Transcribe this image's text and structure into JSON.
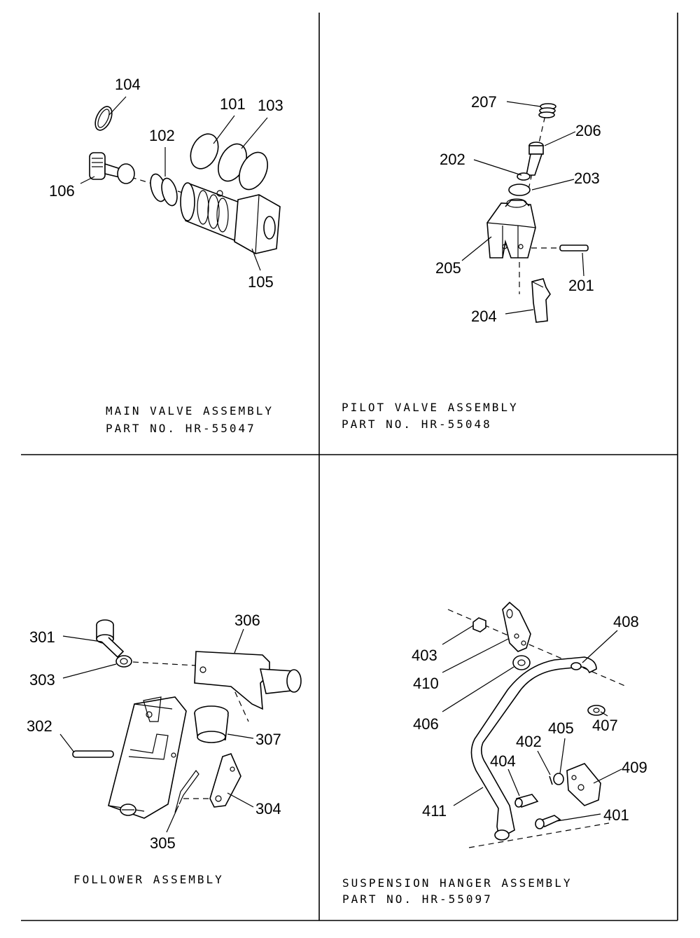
{
  "quadrants": {
    "main_valve": {
      "caption_line1": "MAIN VALVE ASSEMBLY",
      "caption_line2": "PART NO. HR-55047",
      "callouts": {
        "c101": "101",
        "c102": "102",
        "c103": "103",
        "c104": "104",
        "c105": "105",
        "c106": "106"
      }
    },
    "pilot_valve": {
      "caption_line1": "PILOT VALVE ASSEMBLY",
      "caption_line2": "PART NO. HR-55048",
      "callouts": {
        "c201": "201",
        "c202": "202",
        "c203": "203",
        "c204": "204",
        "c205": "205",
        "c206": "206",
        "c207": "207"
      }
    },
    "follower": {
      "caption_line1": "FOLLOWER ASSEMBLY",
      "callouts": {
        "c301": "301",
        "c302": "302",
        "c303": "303",
        "c304": "304",
        "c305": "305",
        "c306": "306",
        "c307": "307"
      }
    },
    "suspension_hanger": {
      "caption_line1": "SUSPENSION HANGER ASSEMBLY",
      "caption_line2": "PART NO. HR-55097",
      "callouts": {
        "c401": "401",
        "c402": "402",
        "c403": "403",
        "c404": "404",
        "c405": "405",
        "c406": "406",
        "c407": "407",
        "c408": "408",
        "c409": "409",
        "c410": "410",
        "c411": "411"
      }
    }
  }
}
